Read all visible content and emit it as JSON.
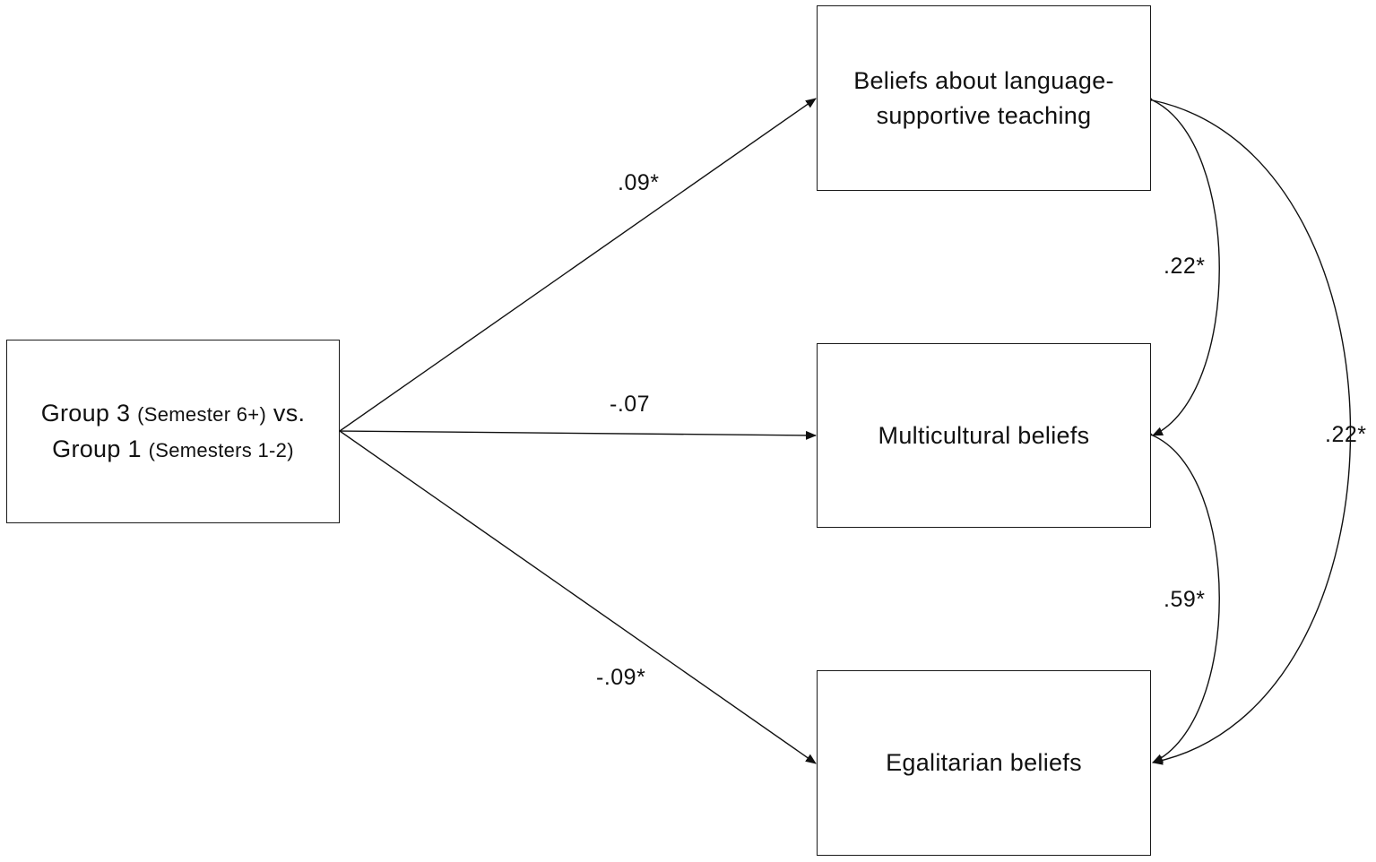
{
  "predictor": {
    "line1_main": "Group 3",
    "line1_paren": "(Semester 6+)",
    "line1_tail": "vs.",
    "line2_main": "Group 1",
    "line2_paren": "(Semesters 1-2)"
  },
  "outcomes": {
    "language_line1": "Beliefs about language-",
    "language_line2": "supportive teaching",
    "multicultural": "Multicultural beliefs",
    "egalitarian": "Egalitarian beliefs"
  },
  "paths": {
    "to_language": ".09*",
    "to_multicultural": "-.07",
    "to_egalitarian": "-.09*"
  },
  "covariances": {
    "language_multicultural": ".22*",
    "multicultural_egalitarian": ".59*",
    "language_egalitarian": ".22*"
  }
}
